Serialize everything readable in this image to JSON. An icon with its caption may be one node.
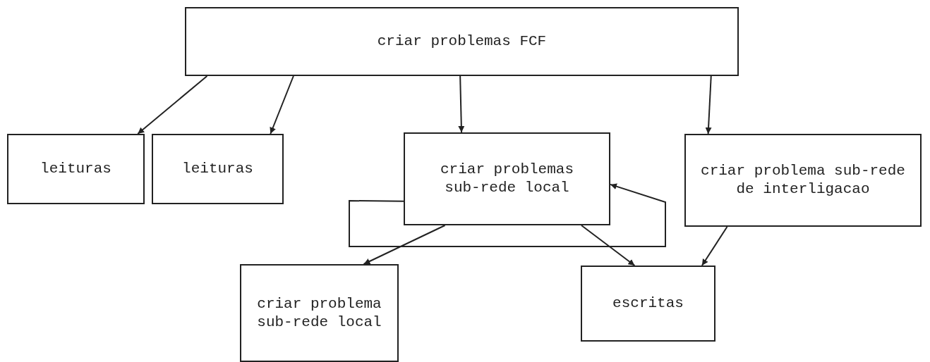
{
  "diagram": {
    "nodes": [
      {
        "text": [
          "criar problemas FCF"
        ]
      },
      {
        "text": [
          "leituras"
        ]
      },
      {
        "text": [
          "leituras"
        ]
      },
      {
        "text": [
          "criar problemas sub-rede local"
        ]
      },
      {
        "text": [
          "criar problema sub-rede de interligacao"
        ]
      },
      {
        "text": [
          "criar problema sub-rede local"
        ]
      },
      {
        "text": [
          "escritas"
        ]
      }
    ],
    "edges": [
      {
        "from": 0,
        "to": 1,
        "arrow": "to"
      },
      {
        "from": 0,
        "to": 2,
        "arrow": "to"
      },
      {
        "from": 0,
        "to": 3,
        "arrow": "to"
      },
      {
        "from": 0,
        "to": 4,
        "arrow": "to"
      },
      {
        "from": 3,
        "to": 3,
        "arrow": "to"
      },
      {
        "from": 3,
        "to": 5,
        "arrow": "to"
      },
      {
        "from": 3,
        "to": 6,
        "arrow": "to"
      },
      {
        "from": 4,
        "to": 6,
        "arrow": "to"
      }
    ]
  }
}
